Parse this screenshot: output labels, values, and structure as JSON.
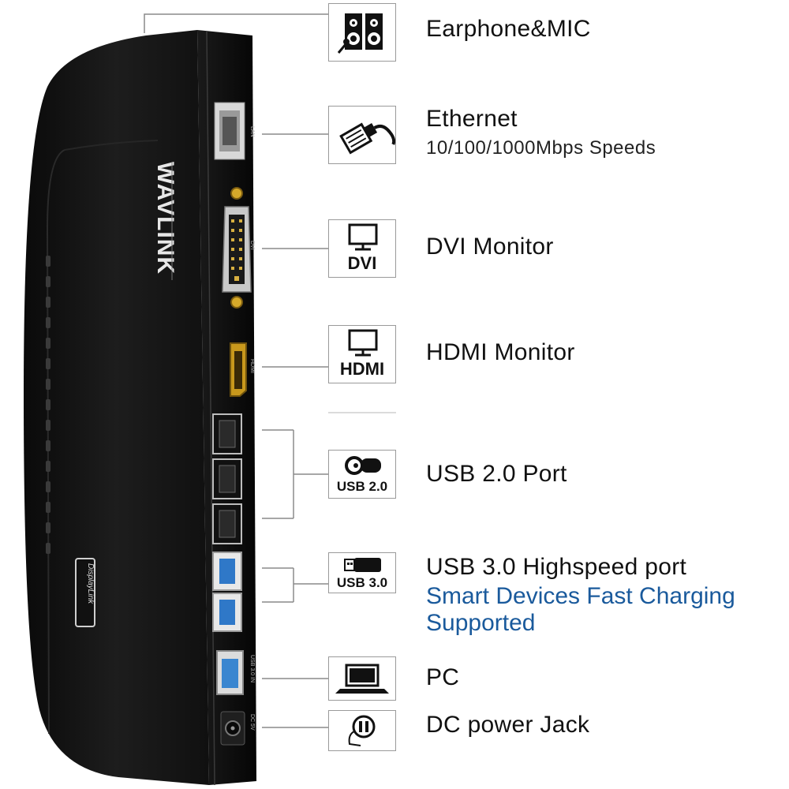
{
  "brand": "WAVLINK",
  "brand_sub": "DisplayLink",
  "colors": {
    "accent": "#1a5a9c",
    "device_body": "#141414",
    "port_gold": "#c8981c",
    "port_usb3_blue": "#2f78c8",
    "usb_b_blue": "#3a86d0"
  },
  "features": [
    {
      "id": "audio",
      "title": "Earphone&MIC",
      "icon": "speakers-icon"
    },
    {
      "id": "ethernet",
      "title": "Ethernet",
      "subtitle": "10/100/1000Mbps Speeds",
      "icon": "ethernet-cable-icon"
    },
    {
      "id": "dvi",
      "title": "DVI Monitor",
      "icon_label": "DVI",
      "icon": "monitor-icon"
    },
    {
      "id": "hdmi",
      "title": "HDMI Monitor",
      "icon_label": "HDMI",
      "icon": "monitor-icon"
    },
    {
      "id": "usb2",
      "title": "USB 2.0 Port",
      "icon_label": "USB 2.0",
      "icon": "usb-plug-icon"
    },
    {
      "id": "usb3",
      "title": "USB 3.0 Highspeed port",
      "icon_label": "USB 3.0",
      "icon": "usb-drive-icon",
      "accent_lines": [
        "Smart Devices Fast Charging",
        "Supported"
      ]
    },
    {
      "id": "pc",
      "title": "PC",
      "icon": "laptop-icon"
    },
    {
      "id": "dc",
      "title": "DC power Jack",
      "icon": "power-plug-icon"
    }
  ]
}
